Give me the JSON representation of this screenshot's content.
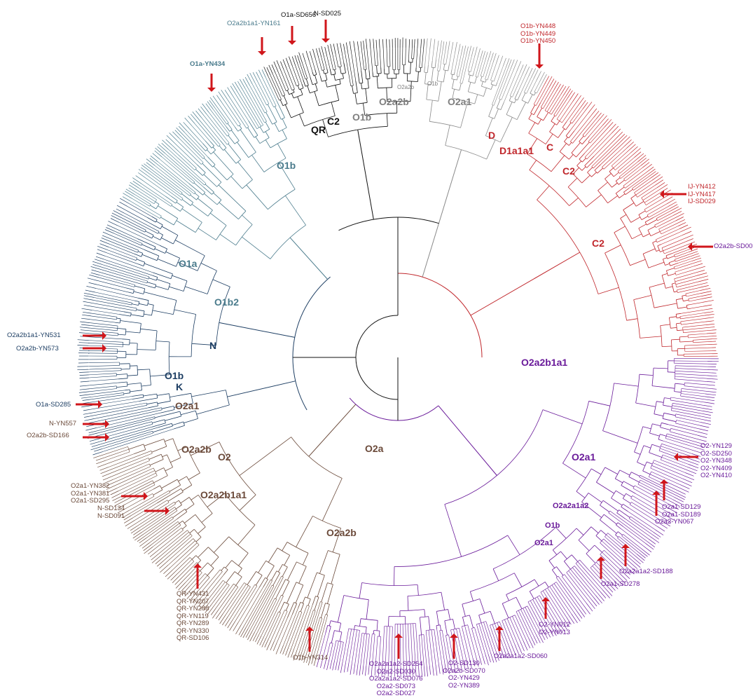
{
  "colors": {
    "black": "#111111",
    "gray": "#8a8a8a",
    "red": "#c0262b",
    "purple": "#6a1b9a",
    "brown": "#6b4a3a",
    "teal": "#4a7b8c",
    "navy": "#1d3e63",
    "arrow": "#d0161b"
  },
  "clade_labels": {
    "qr": "QR",
    "c2_top": "C2",
    "o1b_gray": "O1b",
    "o2a2b_gray": "O2a2b",
    "o2a1_gray": "O2a1",
    "o2a2b_gray_small": "O2a2b",
    "o1b_gray_small": "O1b",
    "d": "D",
    "d1a1a1": "D1a1a1",
    "c_red": "C",
    "c2_red_mid": "C2",
    "c2_red_low": "C2",
    "o1b_teal": "O1b",
    "o1a_teal": "O1a",
    "o1b2_teal": "O1b2",
    "n_navy": "N",
    "o1b_navy": "O1b",
    "k_navy": "K",
    "o2a1_brown": "O2a1",
    "o2a2b_brown": "O2a2b",
    "o2_brown": "O2",
    "o2a2b1a1_brown": "O2a2b1a1",
    "o2a2b_brown_low": "O2a2b",
    "o2a_center": "O2a",
    "o2a2b1a1_purple": "O2a2b1a1",
    "o2a1_purple": "O2a1",
    "o2a2a1a2_purple": "O2a2a1a2",
    "o1b_purple": "O1b",
    "o2a1_purple_small": "O2a1"
  },
  "annotations": {
    "top_o2a2b1a1_yn161": [
      "O2a2b1a1-YN161"
    ],
    "top_o1a_sd656": [
      "O1a-SD656"
    ],
    "top_n_sd025": [
      "N-SD025"
    ],
    "top_o1a_yn434": [
      "O1a-YN434"
    ],
    "top_o1b_yn": [
      "O1b-YN448",
      "O1b-YN449",
      "O1b-YN450"
    ],
    "right_ij": [
      "IJ-YN412",
      "IJ-YN417",
      "IJ-SD029"
    ],
    "right_o2a2b_sd00": [
      "O2a2b-SD00"
    ],
    "right_o2_group": [
      "O2-YN129",
      "O2-SD250",
      "O2-YN348",
      "O2-YN409",
      "O2-YN410"
    ],
    "right_o2a1_sd": [
      "O2a1-SD129",
      "O2a1-SD189"
    ],
    "right_o2a2_yn067": [
      "O2a2-YN067"
    ],
    "right_o2a2a1a2_sd188": [
      "O2a2a1a2-SD188"
    ],
    "right_o2a1_sd278": [
      "O2a1-SD278"
    ],
    "bottom_o2_yn": [
      "O2-YN012",
      "O2-YN013"
    ],
    "bottom_o2a2a1a2_sd060": [
      "O2a2a1a2-SD060"
    ],
    "bottom_o2_sd130": [
      "O2-SD130",
      "O2a2b-SD070",
      "O2-YN429",
      "O2-YN389"
    ],
    "bottom_o2a2a1a2_sd254": [
      "O2a2a1a2-SD254",
      "O2a2-SD030",
      "O2a2a1a2-SD076",
      "O2a2-SD073",
      "O2a2-SD027"
    ],
    "bottom_o1b_yn314": [
      "O1b-YN314"
    ],
    "left_qr_group": [
      "QR-YN431",
      "QR-YN207",
      "QR-YN288",
      "QR-YN119",
      "QR-YN289",
      "QR-YN330",
      "QR-SD106"
    ],
    "left_o2a1_group": [
      "O2a1-YN382",
      "O2a1-YN381",
      "O2a1-SD295"
    ],
    "left_n_sd": [
      "N-SD134",
      "N-SD091"
    ],
    "left_o2a2b_sd166": [
      "O2a2b-SD166"
    ],
    "left_n_yn557": [
      "N-YN557"
    ],
    "left_o1a_sd285": [
      "O1a-SD285"
    ],
    "left_o2a2b_yn573": [
      "O2a2b-YN573"
    ],
    "left_o2a2b1a1_yn531": [
      "O2a2b1a1-YN531"
    ]
  }
}
